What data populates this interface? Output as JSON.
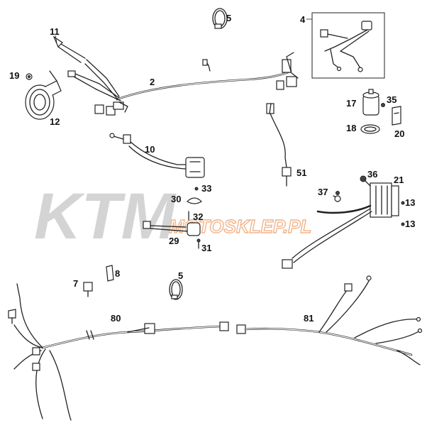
{
  "watermark": {
    "brand": "KTM",
    "sub": "MOTOSKLEP.PL"
  },
  "parts": {
    "p2": "2",
    "p4": "4",
    "p5a": "5",
    "p5b": "5",
    "p7": "7",
    "p8": "8",
    "p10": "10",
    "p11": "11",
    "p12": "12",
    "p13a": "13",
    "p13b": "13",
    "p17": "17",
    "p18": "18",
    "p19": "19",
    "p20": "20",
    "p21": "21",
    "p29": "29",
    "p30": "30",
    "p31": "31",
    "p32": "32",
    "p33": "33",
    "p35": "35",
    "p36": "36",
    "p37": "37",
    "p51": "51",
    "p80": "80",
    "p81": "81"
  }
}
